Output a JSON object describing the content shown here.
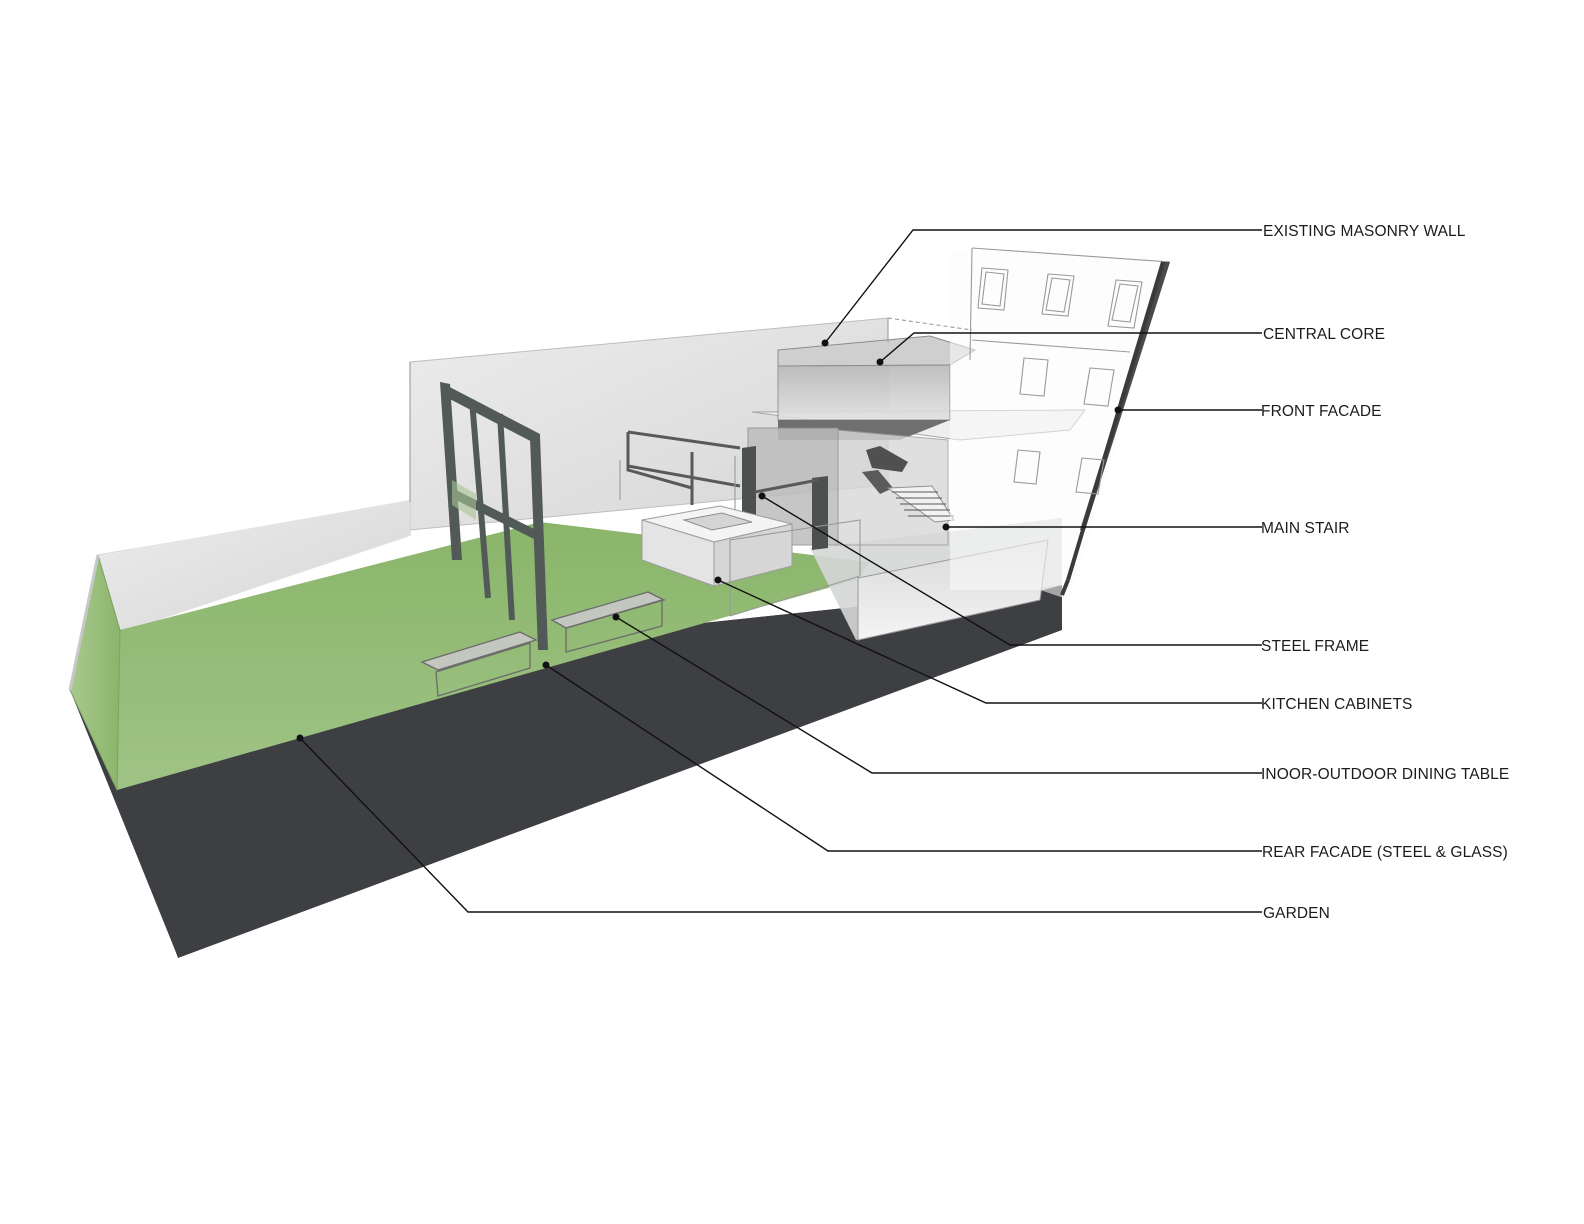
{
  "diagram": {
    "colors": {
      "garden": "#8cb36f",
      "ground_section": "#3e3f42",
      "wall": "#e3e3e3",
      "steel": "#525a58",
      "glass": "#c9cbcb"
    },
    "labels": {
      "existing_masonry_wall": "EXISTING MASONRY WALL",
      "central_core": "CENTRAL CORE",
      "front_facade": "FRONT FACADE",
      "main_stair": "MAIN STAIR",
      "steel_frame": "STEEL FRAME",
      "kitchen_cabinets": "KITCHEN CABINETS",
      "dining_table": "INOOR-OUTDOOR DINING TABLE",
      "rear_facade": "REAR FACADE (STEEL & GLASS)",
      "garden": "GARDEN"
    }
  }
}
